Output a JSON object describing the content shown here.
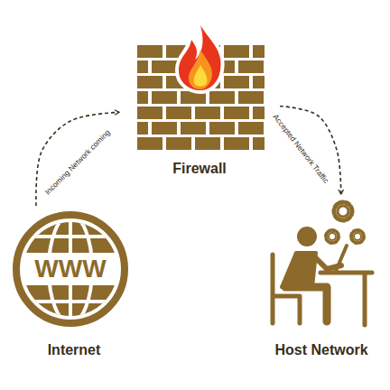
{
  "diagram": {
    "nodes": [
      {
        "text": [
          "Firewall"
        ]
      },
      {
        "text": [
          "Internet"
        ]
      },
      {
        "text": [
          "Host Network"
        ]
      }
    ],
    "edges": [
      {
        "from": 1,
        "to": 0,
        "arrow": "to",
        "label": "Incoming Network coming"
      },
      {
        "from": 0,
        "to": 2,
        "arrow": "to",
        "label": "Accepted Network Traffic"
      }
    ],
    "labels": [
      "WWW"
    ]
  }
}
